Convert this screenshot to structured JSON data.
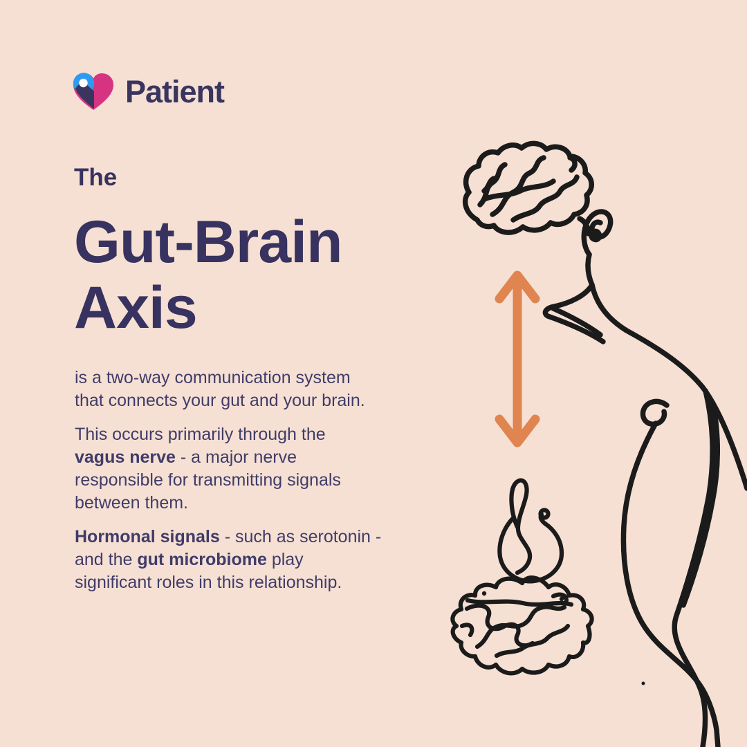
{
  "page": {
    "type": "health-infographic",
    "title_full": "The Gut-Brain Axis"
  },
  "colors": {
    "background": "#f6e0d3",
    "heading": "#37325f",
    "body_text": "#403c69",
    "arrow": "#e08450",
    "line_art": "#1b1b1b",
    "logo_blue": "#2e9bf0",
    "logo_pink": "#d63483",
    "logo_navy": "#39355e"
  },
  "logo": {
    "brand": "Patient",
    "icon": "patient-heart-logo"
  },
  "headline": {
    "eyebrow": "The",
    "lines": [
      "Gut-Brain",
      "Axis"
    ]
  },
  "body": {
    "paragraphs": [
      {
        "lines": [
          [
            {
              "t": "is a two-way communication system"
            }
          ],
          [
            {
              "t": "that connects your gut and your brain."
            }
          ]
        ]
      },
      {
        "lines": [
          [
            {
              "t": "This occurs primarily through the"
            }
          ],
          [
            {
              "t": "vagus nerve",
              "b": true
            },
            {
              "t": " - a major nerve"
            }
          ],
          [
            {
              "t": "responsible for transmitting signals"
            }
          ],
          [
            {
              "t": "between them."
            }
          ]
        ]
      },
      {
        "lines": [
          [
            {
              "t": "Hormonal signals",
              "b": true
            },
            {
              "t": " - such as serotonin -"
            }
          ],
          [
            {
              "t": "and the "
            },
            {
              "t": "gut microbiome",
              "b": true
            },
            {
              "t": " play"
            }
          ],
          [
            {
              "t": "significant roles in this relationship."
            }
          ]
        ]
      }
    ]
  },
  "illustration": {
    "elements": [
      "brain-line-art",
      "ear-line-art",
      "human-profile-line-art",
      "stomach-and-gut-line-art"
    ],
    "arrow": {
      "style": "double-headed",
      "direction": "vertical",
      "connects": [
        "brain",
        "gut"
      ]
    }
  }
}
